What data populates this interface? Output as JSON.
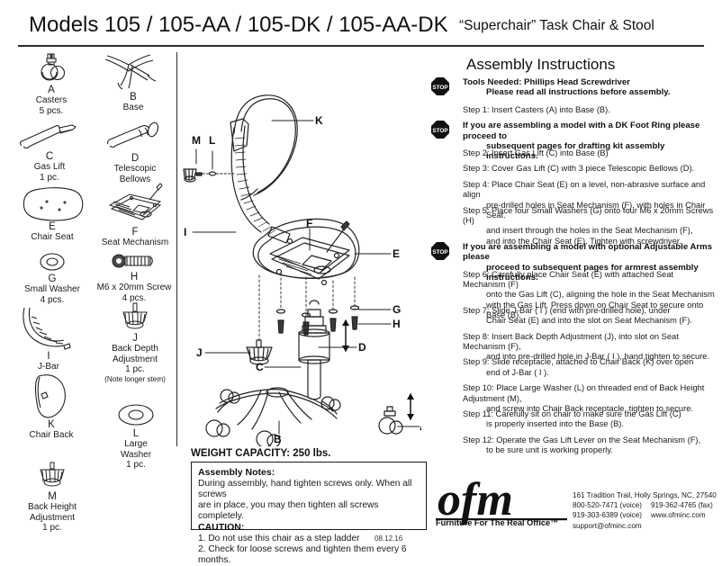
{
  "header": {
    "title_main": "Models 105 / 105-AA / 105-DK / 105-AA-DK",
    "title_sub": "“Superchair” Task Chair & Stool"
  },
  "parts": [
    {
      "code": "A",
      "label": "Casters",
      "qty": "5 pcs.",
      "note": "",
      "icon": "caster-icon"
    },
    {
      "code": "B",
      "label": "Base",
      "qty": "",
      "note": "",
      "icon": "base-icon"
    },
    {
      "code": "C",
      "label": "Gas Lift",
      "qty": "1 pc.",
      "note": "",
      "icon": "gas-lift-icon"
    },
    {
      "code": "D",
      "label": "Telescopic",
      "qty": "Bellows",
      "note": "",
      "icon": "bellows-icon"
    },
    {
      "code": "E",
      "label": "Chair Seat",
      "qty": "",
      "note": "",
      "icon": "chair-seat-icon"
    },
    {
      "code": "F",
      "label": "Seat Mechanism",
      "qty": "",
      "note": "",
      "icon": "seat-mechanism-icon"
    },
    {
      "code": "G",
      "label": "Small Washer",
      "qty": "4 pcs.",
      "note": "",
      "icon": "small-washer-icon"
    },
    {
      "code": "H",
      "label": "M6 x 20mm Screw",
      "qty": "4 pcs.",
      "note": "",
      "icon": "screw-icon"
    },
    {
      "code": "I",
      "label": "J-Bar",
      "qty": "",
      "note": "",
      "icon": "j-bar-icon"
    },
    {
      "code": "J",
      "label": "Back Depth",
      "qty": "Adjustment",
      "qty2": "1 pc.",
      "note": "(Note longer stem)",
      "icon": "back-depth-adjustment-icon"
    },
    {
      "code": "K",
      "label": "Chair Back",
      "qty": "",
      "note": "",
      "icon": "chair-back-icon"
    },
    {
      "code": "L",
      "label": "Large",
      "qty": "Washer",
      "qty2": "1 pc.",
      "note": "",
      "icon": "large-washer-icon"
    },
    {
      "code": "M",
      "label": "Back Height",
      "qty": "Adjustment",
      "qty2": "1 pc.",
      "note": "",
      "icon": "back-height-adjustment-icon"
    }
  ],
  "diagram": {
    "callouts": [
      "M",
      "L",
      "K",
      "E",
      "I",
      "F",
      "G",
      "H",
      "J",
      "D",
      "C",
      "B",
      "A"
    ]
  },
  "instructions": {
    "title": "Assembly Instructions",
    "blocks": [
      {
        "type": "stop",
        "lines": [
          "Tools Needed: Phillips Head Screwdriver",
          "Please read all instructions before assembly."
        ]
      },
      {
        "type": "step",
        "lines": [
          "Step 1: Insert Casters (A) into Base (B)."
        ]
      },
      {
        "type": "stop",
        "lines": [
          "If you are assembling a model with a DK Foot Ring please proceed to",
          "subsequent pages for drafting kit assembly instructions."
        ]
      },
      {
        "type": "step",
        "lines": [
          "Step 2: Insert Gas Lift (C) into Base (B)"
        ]
      },
      {
        "type": "step",
        "lines": [
          "Step 3: Cover Gas Lift (C) with 3 piece Telescopic Bellows (D)."
        ]
      },
      {
        "type": "step",
        "lines": [
          "Step 4: Place Chair Seat (E) on a level, non-abrasive surface and align",
          "pre-drilled holes in Seat Mechanism (F), with holes in Chair Seat."
        ]
      },
      {
        "type": "step",
        "lines": [
          "Step 5: Place four Small Washers (G) onto four M6 x 20mm Screws (H)",
          "and insert through the holes in the Seat Mechanism (F),",
          "and into the Chair Seat (E). Tighten with screwdriver."
        ]
      },
      {
        "type": "stop",
        "lines": [
          "If you are assembling a model with optional Adjustable Arms please",
          "proceed to subsequent pages for armrest assembly instructions."
        ]
      },
      {
        "type": "step",
        "lines": [
          "Step 6: Carefully place Chair Seat (E) with attached Seat Mechanism (F)",
          "onto the Gas Lift (C), aligning the hole in the Seat Mechanism",
          "with the Gas Lift. Press down on Chair Seat to secure onto Base (B)."
        ]
      },
      {
        "type": "step",
        "lines": [
          "Step 7: Slide J-Bar ( I ) (end with pre-drilled hole), under",
          "Chair Seat (E) and into the slot on Seat Mechanism (F)."
        ]
      },
      {
        "type": "step",
        "lines": [
          "Step 8: Insert Back Depth Adjustment (J), into slot on Seat Mechanism (F),",
          "and into pre-drilled hole in J-Bar ( I ), hand tighten to secure."
        ]
      },
      {
        "type": "step",
        "lines": [
          "Step 9: Slide receptacle, attached to Chair Back (K) over open",
          "end of J-Bar ( I )."
        ]
      },
      {
        "type": "step",
        "lines": [
          "Step 10: Place Large Washer (L) on threaded end of Back Height Adjustment (M),",
          "and screw into Chair Back receptacle, tighten to secure."
        ]
      },
      {
        "type": "step",
        "lines": [
          "Step 11: Carefully sit on chair to make sure the Gas Lift (C)",
          "is properly inserted into the Base (B)."
        ]
      },
      {
        "type": "step",
        "lines": [
          "Step 12: Operate the Gas Lift Lever on the Seat Mechanism (F),",
          "to be sure unit is working properly."
        ]
      }
    ],
    "stop_label": "STOP"
  },
  "weight_capacity": "WEIGHT CAPACITY: 250 lbs.",
  "notes": {
    "heading": "Assembly Notes:",
    "body1": "During assembly, hand tighten screws only. When all screws",
    "body2": "are in place, you may then tighten all screws completely.",
    "caution_heading": "CAUTION:",
    "caution1": "1. Do not use this chair as a step ladder",
    "caution2": "2. Check for loose screws and tighten them every 6 months."
  },
  "date_stamp": "08.12.16",
  "footer": {
    "logo_text": "ofm",
    "tagline": "Furniture For The Real Office™",
    "address": "161 Tradition Trail, Holly Springs, NC, 27540",
    "phone_voice1": "800-520-7471 (voice)",
    "fax": "919-362-4765 (fax)",
    "phone_voice2": "919-303-6389 (voice)",
    "website": "www.ofminc.com",
    "email": "support@ofminc.com"
  }
}
